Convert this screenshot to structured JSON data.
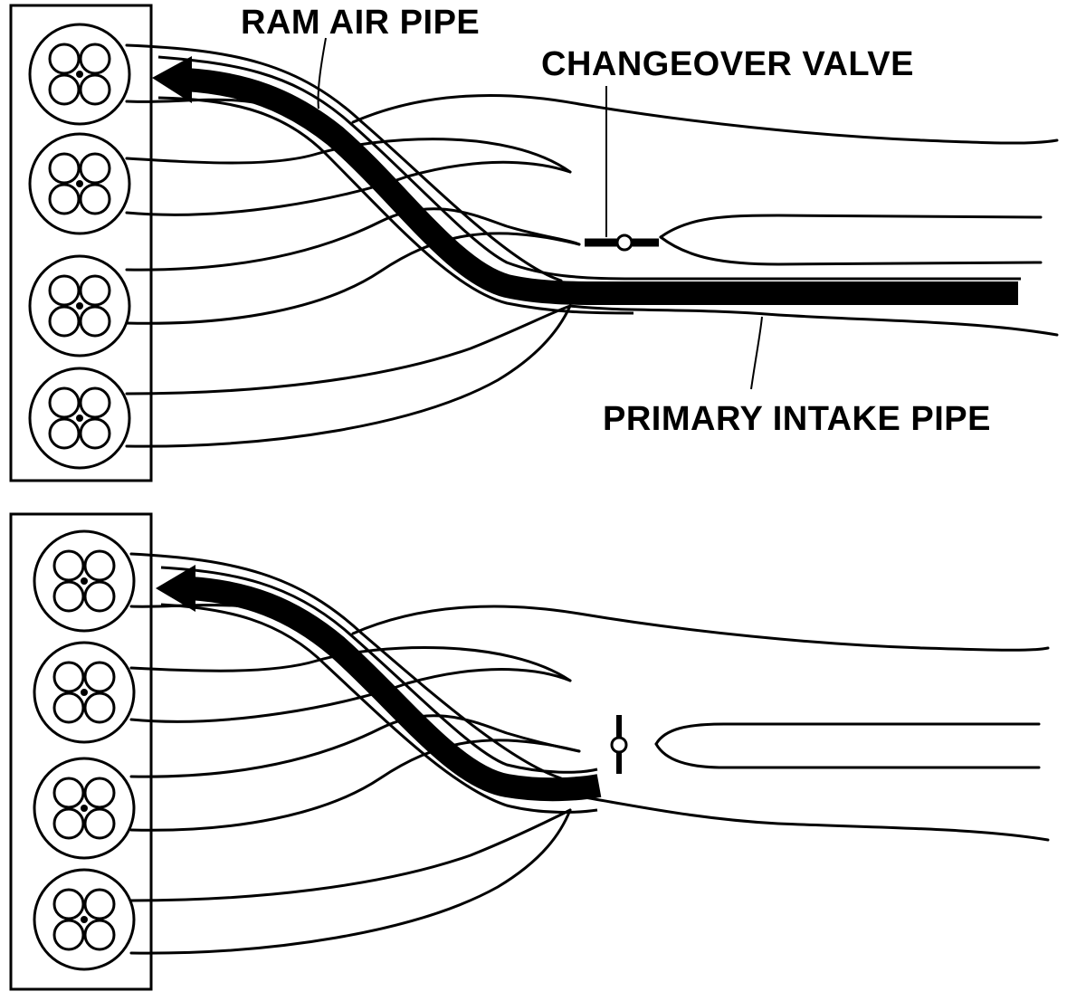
{
  "labels": {
    "ram_air_pipe": "RAM AIR PIPE",
    "changeover_valve": "CHANGEOVER VALVE",
    "primary_intake_pipe": "PRIMARY INTAKE PIPE"
  },
  "colors": {
    "ink": "#000000",
    "paper": "#ffffff"
  }
}
